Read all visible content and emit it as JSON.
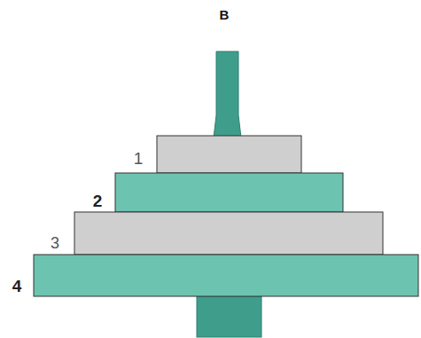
{
  "diagram": {
    "labels": [
      "B",
      "1",
      "2",
      "3",
      "4"
    ]
  }
}
